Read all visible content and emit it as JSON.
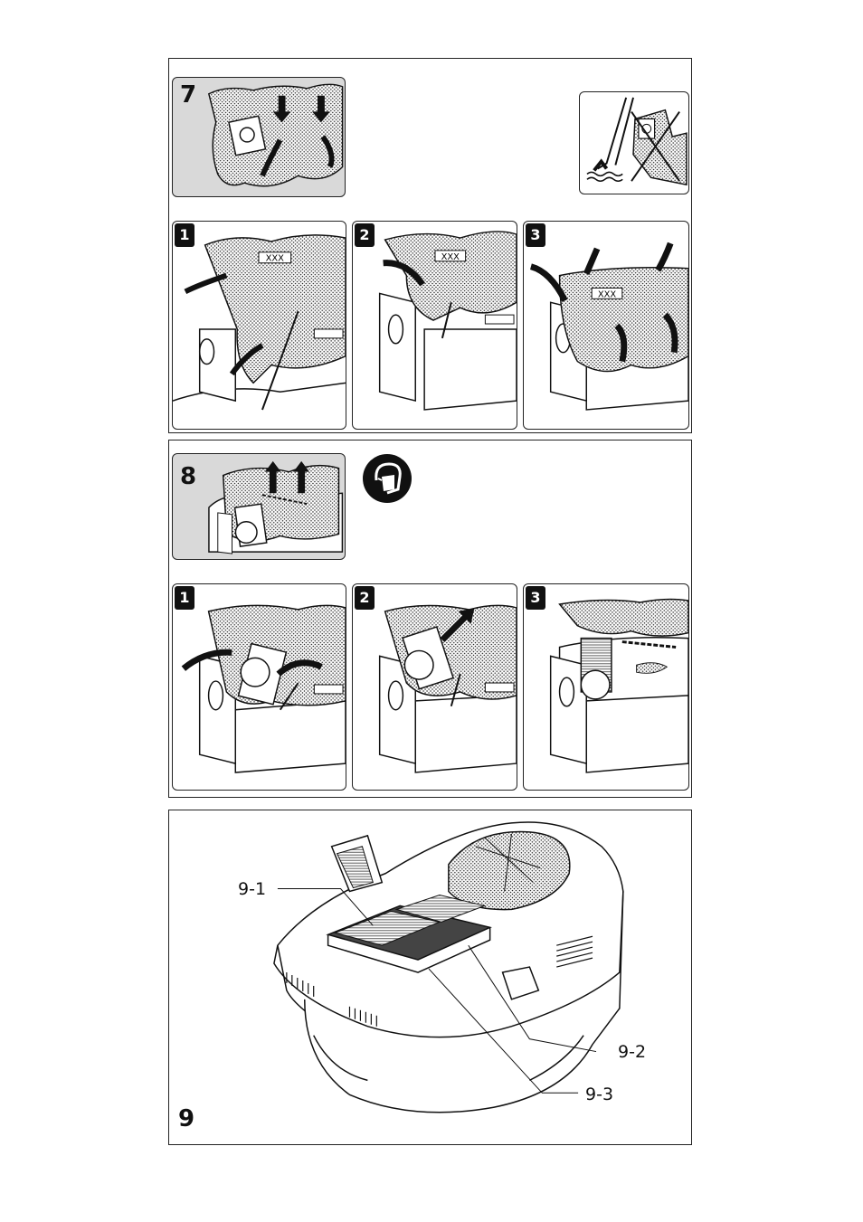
{
  "figure7": {
    "number": "7",
    "steps": [
      {
        "number": "1",
        "bag_label": "XXX"
      },
      {
        "number": "2",
        "bag_label": "XXX"
      },
      {
        "number": "3",
        "bag_label": "XXX"
      }
    ],
    "icon": "no-wet-use-icon"
  },
  "figure8": {
    "number": "8",
    "steps": [
      {
        "number": "1"
      },
      {
        "number": "2"
      },
      {
        "number": "3"
      }
    ],
    "icon": "face-mask-icon"
  },
  "figure9": {
    "number": "9",
    "callouts": [
      {
        "id": "9-1",
        "label": "9-1"
      },
      {
        "id": "9-2",
        "label": "9-2"
      },
      {
        "id": "9-3",
        "label": "9-3"
      }
    ]
  }
}
